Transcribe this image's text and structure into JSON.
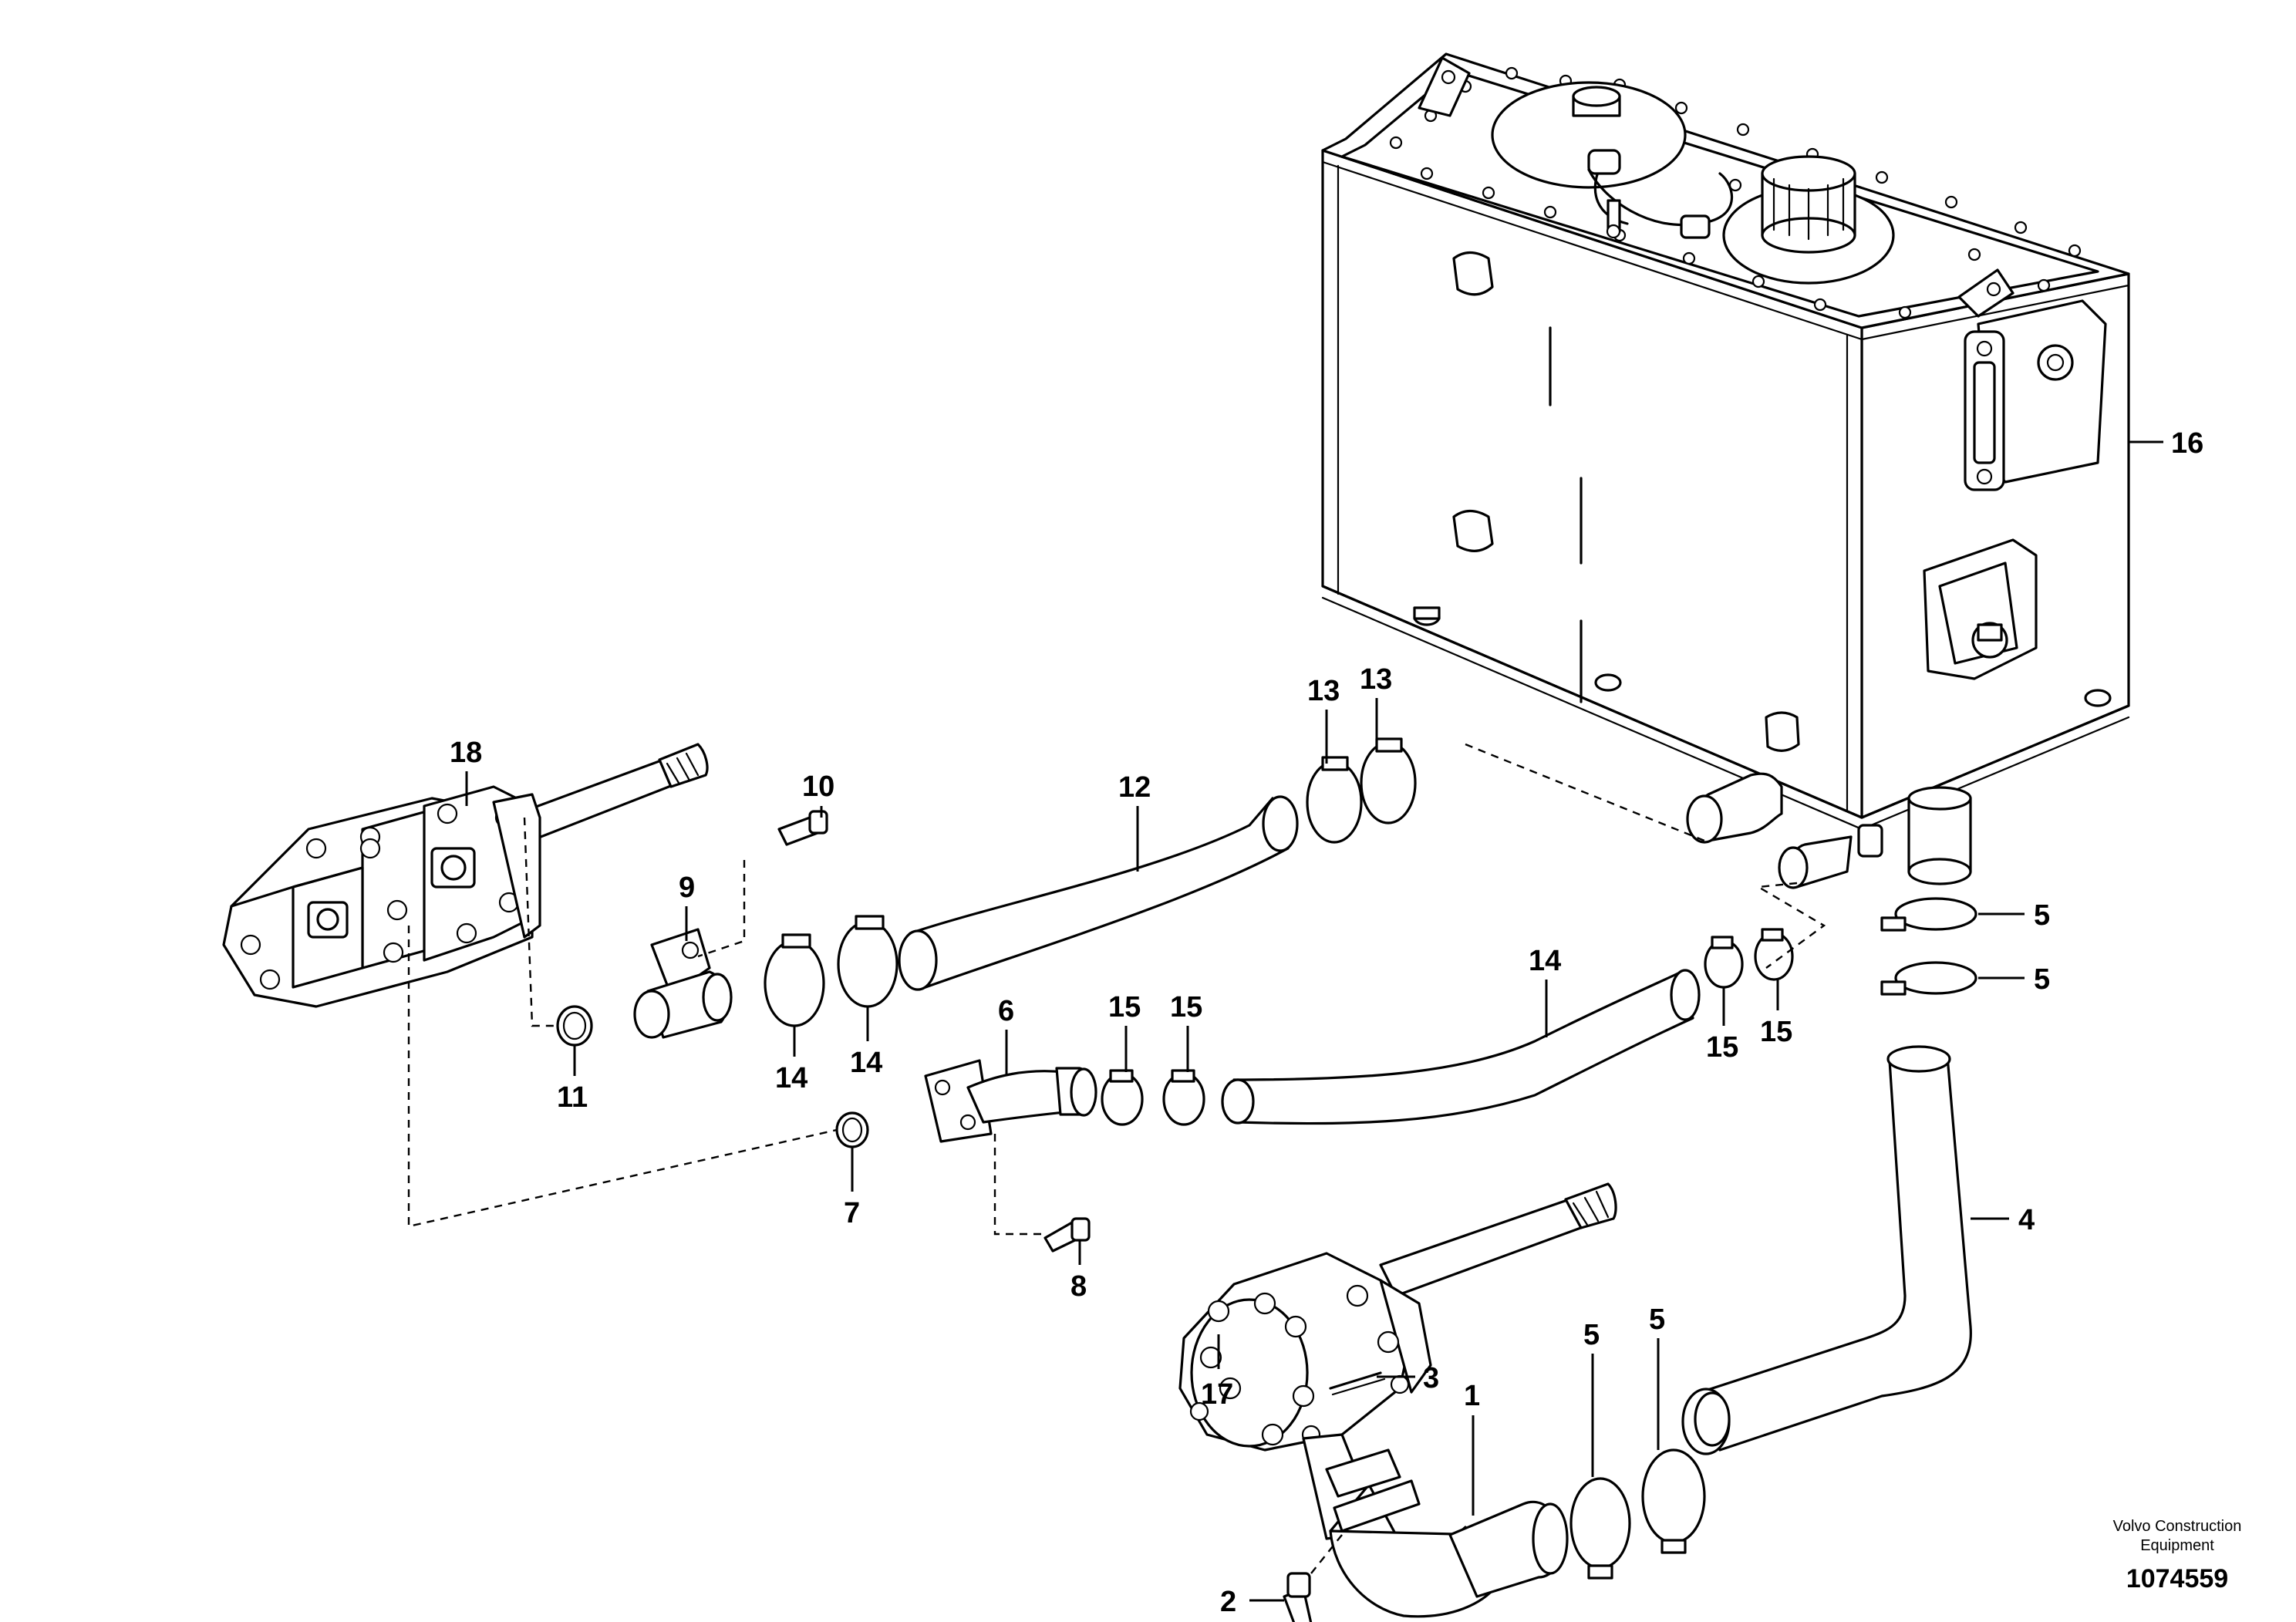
{
  "callouts": {
    "c1": "1",
    "c2": "2",
    "c3": "3",
    "c4": "4",
    "c5a": "5",
    "c5b": "5",
    "c5c": "5",
    "c5d": "5",
    "c6": "6",
    "c7": "7",
    "c8": "8",
    "c9": "9",
    "c10": "10",
    "c11": "11",
    "c12": "12",
    "c13a": "13",
    "c13b": "13",
    "c14a": "14",
    "c14b": "14",
    "c14c": "14",
    "c15a": "15",
    "c15b": "15",
    "c15c": "15",
    "c15d": "15",
    "c16": "16",
    "c17": "17",
    "c18": "18"
  },
  "footer": {
    "brand_line1": "Volvo Construction",
    "brand_line2": "Equipment",
    "document_number": "1074559"
  }
}
